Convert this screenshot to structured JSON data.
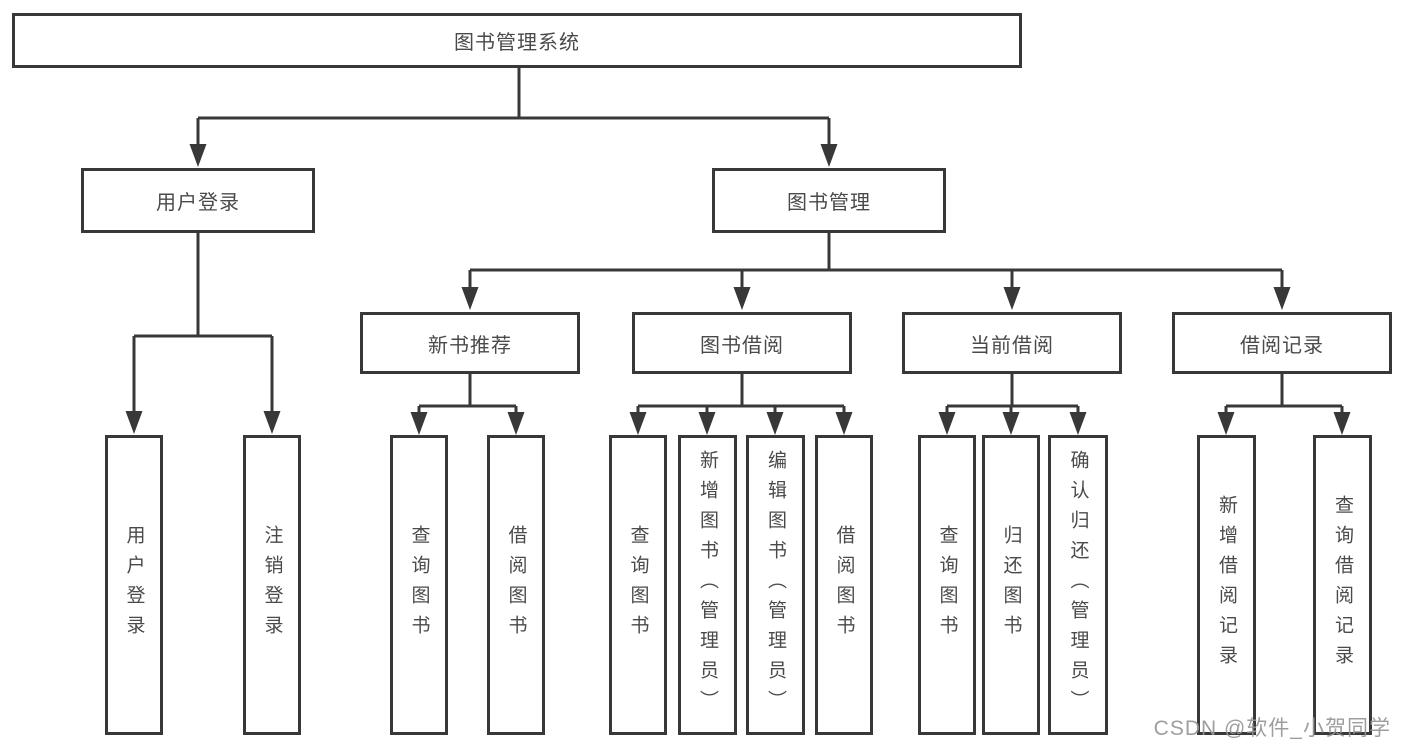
{
  "diagram": {
    "title": "图书管理系统",
    "nodes": {
      "user_login": {
        "label": "用户登录",
        "children": [
          {
            "label": "用户登录"
          },
          {
            "label": "注销登录"
          }
        ]
      },
      "book_mgmt": {
        "label": "图书管理",
        "modules": [
          {
            "label": "新书推荐",
            "children": [
              {
                "label": "查询图书"
              },
              {
                "label": "借阅图书"
              }
            ]
          },
          {
            "label": "图书借阅",
            "children": [
              {
                "label": "查询图书"
              },
              {
                "label": "新增图书（管理员）"
              },
              {
                "label": "编辑图书（管理员）"
              },
              {
                "label": "借阅图书"
              }
            ]
          },
          {
            "label": "当前借阅",
            "children": [
              {
                "label": "查询图书"
              },
              {
                "label": "归还图书"
              },
              {
                "label": "确认归还（管理员）"
              }
            ]
          },
          {
            "label": "借阅记录",
            "children": [
              {
                "label": "新增借阅记录"
              },
              {
                "label": "查询借阅记录"
              }
            ]
          }
        ]
      }
    },
    "watermark": "CSDN @软件_小贺同学"
  }
}
